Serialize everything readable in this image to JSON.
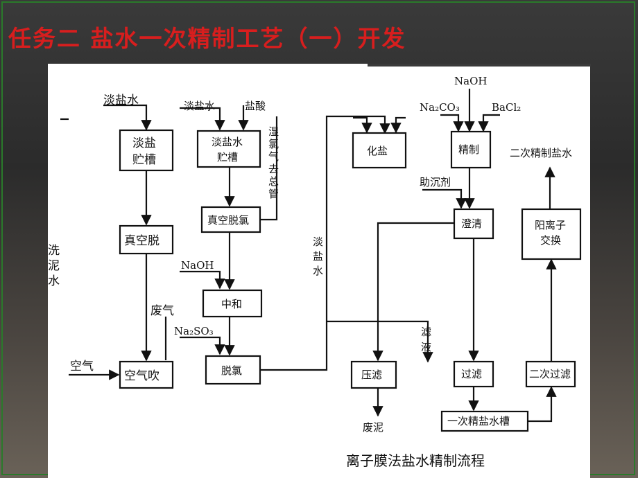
{
  "slide": {
    "title": "任务二  盐水一次精制工艺（一）开发"
  },
  "diagram": {
    "caption": "离子膜法盐水精制流程",
    "left_column": {
      "feed": "淡盐水",
      "tank_line1": "淡盐",
      "tank_line2": "贮槽",
      "vacuum": "真空脱",
      "waste_gas": "废气",
      "air_strip": "空气吹",
      "air": "空气",
      "wash_mud_water": [
        "洗",
        "泥",
        "水"
      ]
    },
    "middle_column": {
      "feed_brine": "淡盐水",
      "feed_acid": "盐酸",
      "tank_line1": "淡盐水",
      "tank_line2": "贮槽",
      "wet_chlorine_header": [
        "湿",
        "氯",
        "气",
        "去",
        "总",
        "管"
      ],
      "vacuum_dechlor": "真空脱氯",
      "naoh": "NaOH",
      "neutralize": "中和",
      "na2so3": "Na₂SO₃",
      "dechlor": "脱氯",
      "dilute_brine_vertical": [
        "淡",
        "盐",
        "水"
      ]
    },
    "right_section": {
      "dissolve": "化盐",
      "naoh_top": "NaOH",
      "na2co3": "Na₂CO₃",
      "bacl2": "BaCl₂",
      "refine": "精制",
      "flocculant": "助沉剂",
      "clarify": "澄清",
      "filtrate": [
        "滤",
        "液"
      ],
      "press_filter": "压滤",
      "waste_mud": "废泥",
      "filter": "过滤",
      "primary_tank": "一次精盐水槽",
      "secondary_filter": "二次过滤",
      "cation_exchange_line1": "阳离子",
      "cation_exchange_line2": "交换",
      "secondary_brine": "二次精制盐水"
    }
  }
}
